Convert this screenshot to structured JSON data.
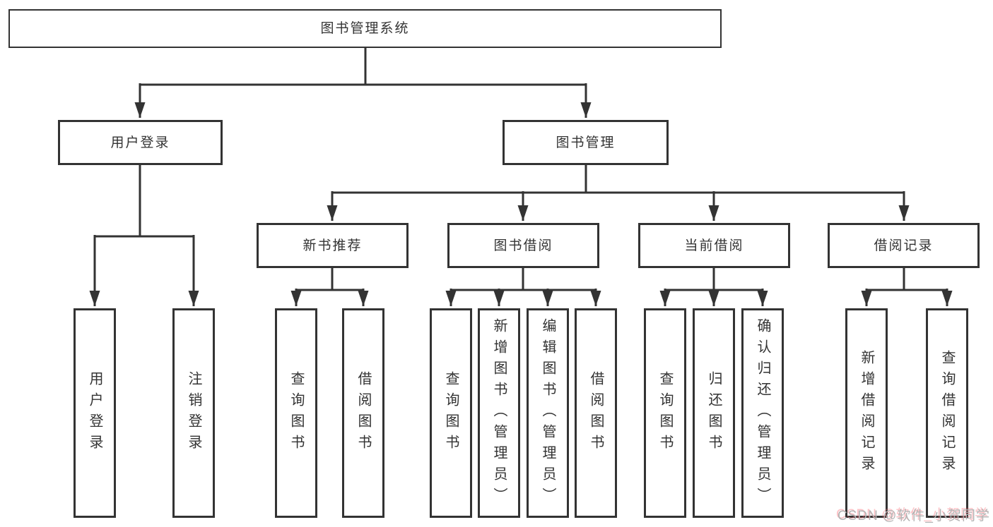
{
  "diagram": {
    "title": "图书管理系统",
    "colors": {
      "line": "#333333",
      "box_border": "#333333",
      "background": "#ffffff",
      "watermark": "#b3b3b3",
      "watermark_accent": "#fa646e"
    }
  },
  "tree": {
    "label": "图书管理系统",
    "children": [
      {
        "label": "用户登录",
        "children": [
          {
            "label": "用户登录"
          },
          {
            "label": "注销登录"
          }
        ]
      },
      {
        "label": "图书管理",
        "children": [
          {
            "label": "新书推荐",
            "children": [
              {
                "label": "查询图书"
              },
              {
                "label": "借阅图书"
              }
            ]
          },
          {
            "label": "图书借阅",
            "children": [
              {
                "label": "查询图书"
              },
              {
                "label": "新增图书（管理员）"
              },
              {
                "label": "编辑图书（管理员）"
              },
              {
                "label": "借阅图书"
              }
            ]
          },
          {
            "label": "当前借阅",
            "children": [
              {
                "label": "查询图书"
              },
              {
                "label": "归还图书"
              },
              {
                "label": "确认归还（管理员）"
              }
            ]
          },
          {
            "label": "借阅记录",
            "children": [
              {
                "label": "新增借阅记录"
              },
              {
                "label": "查询借阅记录"
              }
            ]
          }
        ]
      }
    ]
  },
  "watermark": {
    "text": "CSDN @软件_小贺同学"
  }
}
